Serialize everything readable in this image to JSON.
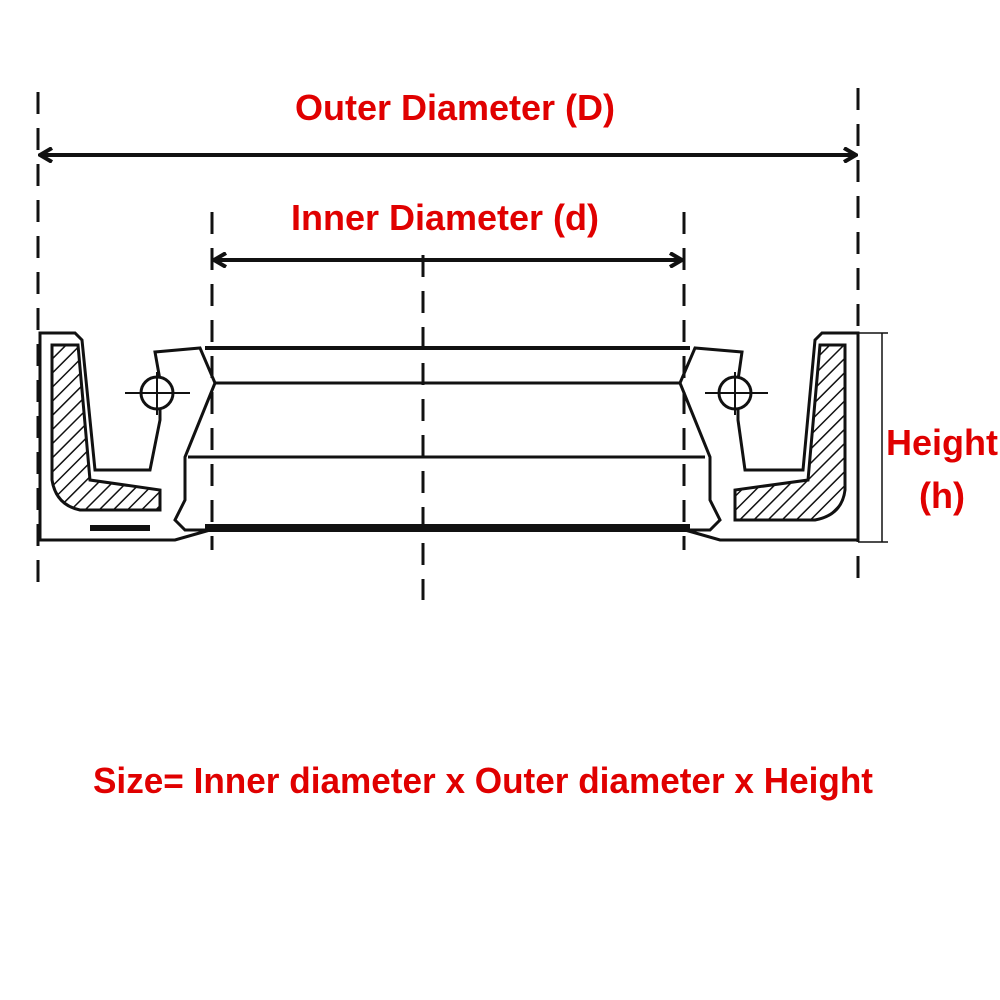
{
  "labels": {
    "outer_diameter": "Outer Diameter (D)",
    "inner_diameter": "Inner Diameter (d)",
    "height_line1": "Height",
    "height_line2": "(h)",
    "size_formula": "Size= Inner diameter x Outer diameter x Height"
  },
  "colors": {
    "label": "#e00000",
    "line": "#111111",
    "background": "#ffffff"
  }
}
